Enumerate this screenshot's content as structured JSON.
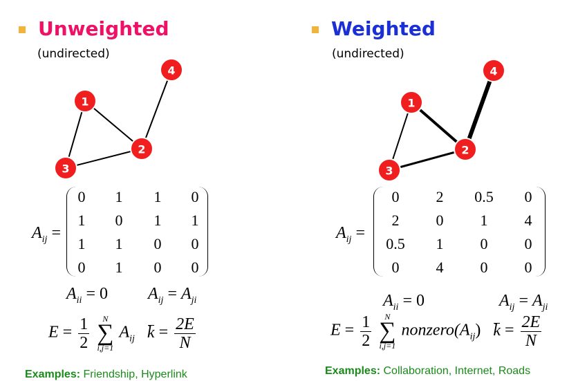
{
  "left": {
    "title": "Unweighted",
    "title_color": "#ee1166",
    "subtitle": "(undirected)",
    "matrix_lhs": "A",
    "matrix_lhs_sub": "ij",
    "matrix": [
      [
        "0",
        "1",
        "1",
        "0"
      ],
      [
        "1",
        "0",
        "1",
        "1"
      ],
      [
        "1",
        "1",
        "0",
        "0"
      ],
      [
        "0",
        "1",
        "0",
        "0"
      ]
    ],
    "eq_diag": "A_ii = 0",
    "eq_sym": "A_ij = A_ji",
    "edge_formula_rhs": "A",
    "footer_label": "Examples:",
    "footer_text": "Friendship, Hyperlink"
  },
  "right": {
    "title": "Weighted",
    "title_color": "#1b2fd6",
    "subtitle": "(undirected)",
    "matrix_lhs": "A",
    "matrix_lhs_sub": "ij",
    "matrix": [
      [
        "0",
        "2",
        "0.5",
        "0"
      ],
      [
        "2",
        "0",
        "1",
        "4"
      ],
      [
        "0.5",
        "1",
        "0",
        "0"
      ],
      [
        "0",
        "4",
        "0",
        "0"
      ]
    ],
    "eq_diag": "A_ii = 0",
    "eq_sym": "A_ij = A_ji",
    "edge_formula_rhs": "nonzero(A",
    "footer_label": "Examples:",
    "footer_text": "Collaboration, Internet, Roads"
  },
  "math_text": {
    "E": "E",
    "eq": "=",
    "one": "1",
    "two": "2",
    "sum_top": "N",
    "sum_bottom": "i,j=1",
    "k": "k",
    "twoE": "2E",
    "N": "N",
    "A": "A",
    "ii": "ii",
    "ij": "ij",
    "ji": "ji",
    "zero": "0",
    "close": ")"
  },
  "graph": {
    "node_color": "#f01e1e",
    "nodes": [
      "1",
      "2",
      "3",
      "4"
    ]
  }
}
